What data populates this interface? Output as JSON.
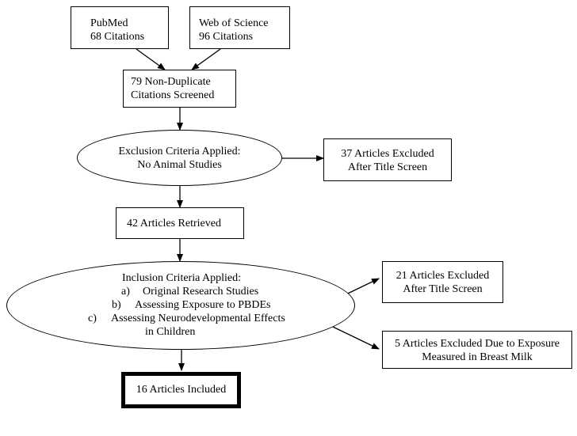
{
  "nodes": {
    "pubmed": {
      "line1": "PubMed",
      "line2": "68 Citations"
    },
    "wos": {
      "line1": "Web of Science",
      "line2": "96 Citations"
    },
    "nondup": {
      "line1": "79 Non-Duplicate",
      "line2": "Citations Screened"
    },
    "exclusion": {
      "line1": "Exclusion Criteria Applied:",
      "line2": "No Animal Studies"
    },
    "excluded37": {
      "line1": "37 Articles Excluded",
      "line2": "After Title Screen"
    },
    "retrieved": {
      "label": "42 Articles Retrieved"
    },
    "inclusion": {
      "title": "Inclusion Criteria Applied:",
      "items": [
        {
          "marker": "a)",
          "text": "Original Research Studies"
        },
        {
          "marker": "b)",
          "text": "Assessing Exposure to PBDEs"
        },
        {
          "marker": "c)",
          "text": "Assessing Neurodevelopmental Effects"
        }
      ],
      "continuation": "in Children"
    },
    "excluded21": {
      "line1": "21 Articles Excluded",
      "line2": "After Title Screen"
    },
    "excluded5": {
      "line1": "5 Articles Excluded Due to Exposure",
      "line2": "Measured in Breast Milk"
    },
    "included": {
      "label": "16 Articles Included"
    }
  }
}
